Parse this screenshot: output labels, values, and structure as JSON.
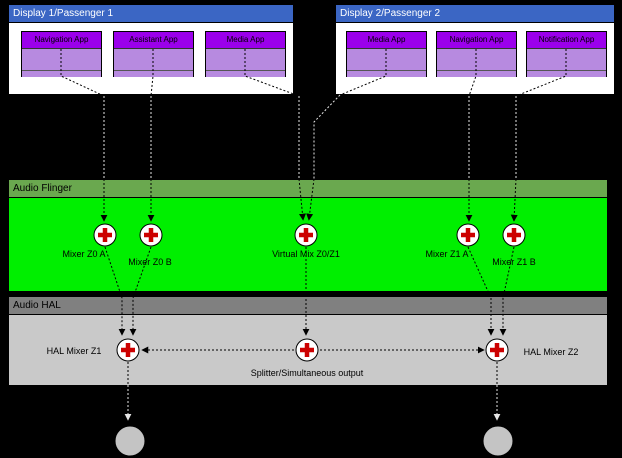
{
  "displays": [
    {
      "title": "Display 1/Passenger 1",
      "apps": [
        "Navigation App",
        "Assistant App",
        "Media App"
      ]
    },
    {
      "title": "Display 2/Passenger 2",
      "apps": [
        "Media App",
        "Navigation App",
        "Notification App"
      ]
    }
  ],
  "audio_flinger": {
    "title": "Audio Flinger",
    "mixers": [
      "Mixer Z0 A",
      "Mixer Z0 B",
      "Virtual Mix Z0/Z1",
      "Mixer Z1 A",
      "Mixer Z1 B"
    ]
  },
  "audio_hal": {
    "title": "Audio HAL",
    "nodes": [
      "HAL Mixer Z1",
      "Splitter/Simultaneous output",
      "HAL Mixer Z2"
    ]
  },
  "colors": {
    "display_header": "#3b66c4",
    "panel_body": "#ffffff",
    "app_header": "#9b00eb",
    "app_body": "#b78ae0",
    "flinger_header": "#6aa84f",
    "flinger_body": "#00ef00",
    "hal_header": "#808080",
    "hal_body": "#c9c9c9",
    "cross": "#cc0000",
    "speaker": "#c4c4c4"
  }
}
